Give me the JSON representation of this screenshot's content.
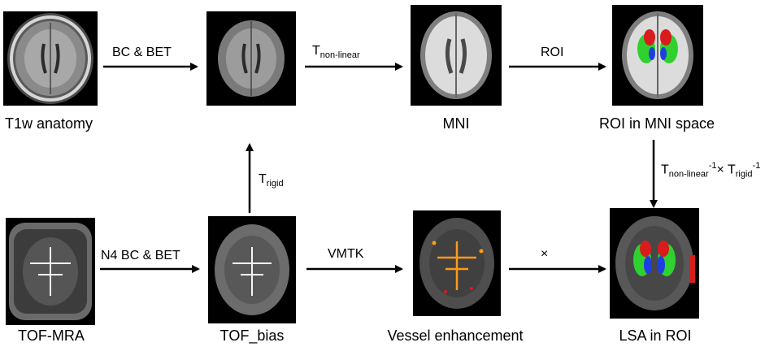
{
  "nodes": {
    "t1w": {
      "caption": "T1w anatomy"
    },
    "t1_bet": {
      "caption": ""
    },
    "mni": {
      "caption": "MNI"
    },
    "roi_mni": {
      "caption": "ROI in MNI space"
    },
    "tof": {
      "caption": "TOF-MRA"
    },
    "tof_bias": {
      "caption": "TOF_bias"
    },
    "vessel": {
      "caption": "Vessel enhancement"
    },
    "lsa": {
      "caption": "LSA in ROI"
    }
  },
  "edges": {
    "bc_bet": {
      "text": "BC & BET"
    },
    "nonlinear": {
      "base": "T",
      "sub": "non-linear"
    },
    "roi": {
      "text": "ROI"
    },
    "rigid": {
      "base": "T",
      "sub": "rigid"
    },
    "inverse": {
      "base1": "T",
      "sub1": "non-linear",
      "sup1": "-1",
      "times": "× ",
      "base2": "T",
      "sub2": "rigid",
      "sup2": "-1"
    },
    "n4": {
      "text": "N4 BC & BET"
    },
    "vmtk": {
      "text": "VMTK"
    },
    "multiply": {
      "text": "×"
    }
  },
  "colors": {
    "roi_red": "#d81c1c",
    "roi_green": "#2fd12f",
    "roi_blue": "#1e3fe0",
    "vessel_orange": "#ff9a1a"
  }
}
